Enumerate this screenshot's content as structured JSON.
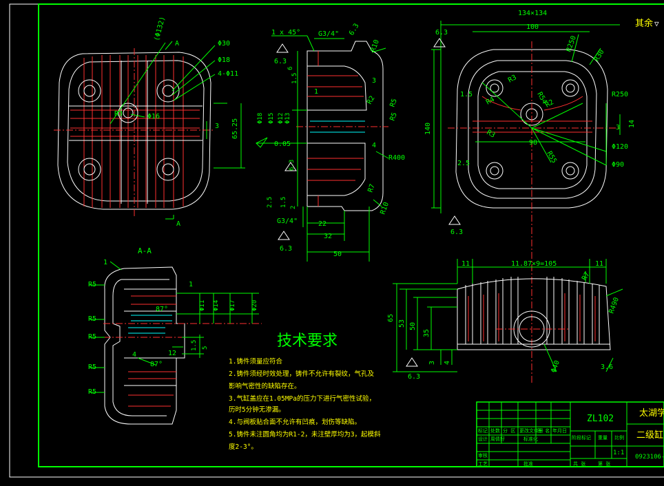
{
  "title_block": {
    "part_no": "ZL102",
    "school": "太湖学",
    "part_name": "二级缸",
    "scale": "1:1",
    "drawing_no": "0923106-",
    "row_headers": [
      "标记",
      "处数",
      "分 区",
      "更改文件号",
      "签 名",
      "年月日"
    ],
    "design_label": "设计",
    "design_name": "周倩好",
    "standardize_label": "标准化",
    "stage_label": "阶段标记",
    "weight_label": "重量",
    "scale_label": "比例",
    "review_label": "审核",
    "process_label": "工艺",
    "approve_label": "批准",
    "sheets_label": "共  张",
    "sheet_label": "第  张"
  },
  "corner_note": "其余",
  "tech": {
    "heading": "技术要求",
    "items": [
      "1.铸件须量应符合",
      "2.铸件须经时效处理，铸件不允许有裂纹，气孔及",
      "影响气密性的缺陷存在。",
      "3.气缸盖应在1.05MPa的压力下进行气密性试验，",
      "历时5分钟无渗漏。",
      "4.与阀板贴合面不允许有凹痕，划伤等缺陷。",
      "5.铸件未注圆角均为R1-2，未注壁厚均为3，起模斜",
      "度2-3°。"
    ]
  },
  "section_label": "A-A",
  "view_top": {
    "dims": [
      "(Φ132)",
      "A",
      "Φ30",
      "Φ18",
      "4-Φ11",
      "Φ16",
      "R3",
      "3",
      "65.25",
      "A"
    ]
  },
  "view_side": {
    "dims": [
      "1 x 45°",
      "G3/4\"",
      "6.3",
      "6.3",
      "R10",
      "6",
      "1.5",
      "1",
      "3",
      "R2",
      "R5",
      "R5",
      "Φ18",
      "Φ15",
      "Φ12",
      "Φ13",
      "0.05",
      "4",
      "R400",
      "6.3",
      "R7",
      "R10",
      "2.5",
      "1.5",
      "2",
      "G3/4\"",
      "22",
      "32",
      "50",
      "6.3"
    ]
  },
  "view_right": {
    "dims": [
      "134×134",
      "100",
      "6.3",
      "R250",
      "R30",
      "R3",
      "R250",
      "R4",
      "R54",
      "R2",
      "1.5",
      "140",
      "14",
      "3",
      "R3",
      "98",
      "R55",
      "Φ120",
      "2.5",
      "Φ90",
      "6.3"
    ]
  },
  "view_front": {
    "dims": [
      "11",
      "11.87×9=105",
      "11",
      "R7",
      "R490",
      "65",
      "53",
      "50",
      "35",
      "3",
      "4",
      "Φ40",
      "3.6",
      "6.3"
    ]
  },
  "view_section": {
    "dims": [
      "1",
      "R5",
      "1",
      "Φ11",
      "Φ14",
      "Φ17",
      "Φ20",
      "R5",
      "87°",
      "R5",
      "1.5",
      "5",
      "12",
      "4",
      "87°",
      "R5",
      "R5"
    ]
  }
}
